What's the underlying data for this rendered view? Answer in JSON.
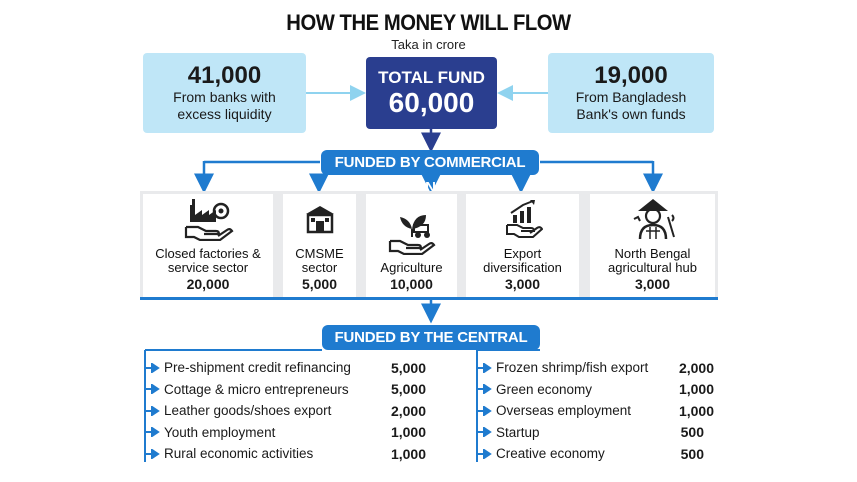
{
  "title": "HOW THE MONEY WILL FLOW",
  "subtitle": "Taka in crore",
  "left_source": {
    "amount": "41,000",
    "line1": "From banks with",
    "line2": "excess liquidity"
  },
  "total": {
    "label": "TOTAL FUND",
    "amount": "60,000"
  },
  "right_source": {
    "amount": "19,000",
    "line1": "From Bangladesh",
    "line2": "Bank's own funds"
  },
  "commercial_label": "FUNDED BY COMMERCIAL BANKS",
  "sectors": [
    {
      "line1": "Closed factories &",
      "line2": "service sector",
      "amount": "20,000",
      "icon": "factory-hand-icon"
    },
    {
      "line1": "CMSME",
      "line2": "sector",
      "amount": "5,000",
      "icon": "shop-icon"
    },
    {
      "line1": "",
      "line2": "Agriculture",
      "amount": "10,000",
      "icon": "plant-tractor-icon"
    },
    {
      "line1": "Export",
      "line2": "diversification",
      "amount": "3,000",
      "icon": "growth-chart-icon"
    },
    {
      "line1": "North Bengal",
      "line2": "agricultural hub",
      "amount": "3,000",
      "icon": "farmer-icon"
    }
  ],
  "central_label": "FUNDED BY THE CENTRAL BANK",
  "central_left": [
    {
      "label": "Pre-shipment credit refinancing",
      "value": "5,000"
    },
    {
      "label": "Cottage & micro entrepreneurs",
      "value": "5,000"
    },
    {
      "label": "Leather goods/shoes export",
      "value": "2,000"
    },
    {
      "label": "Youth employment",
      "value": "1,000"
    },
    {
      "label": "Rural economic activities",
      "value": "1,000"
    }
  ],
  "central_right": [
    {
      "label": "Frozen shrimp/fish export",
      "value": "2,000"
    },
    {
      "label": "Green economy",
      "value": "1,000"
    },
    {
      "label": "Overseas employment",
      "value": "1,000"
    },
    {
      "label": "Startup",
      "value": "500"
    },
    {
      "label": "Creative economy",
      "value": "500"
    }
  ],
  "colors": {
    "navy": "#2a3e8f",
    "blue": "#1f7bcf",
    "light_blue": "#bfe6f7",
    "panel_gray": "#e9eaec"
  }
}
